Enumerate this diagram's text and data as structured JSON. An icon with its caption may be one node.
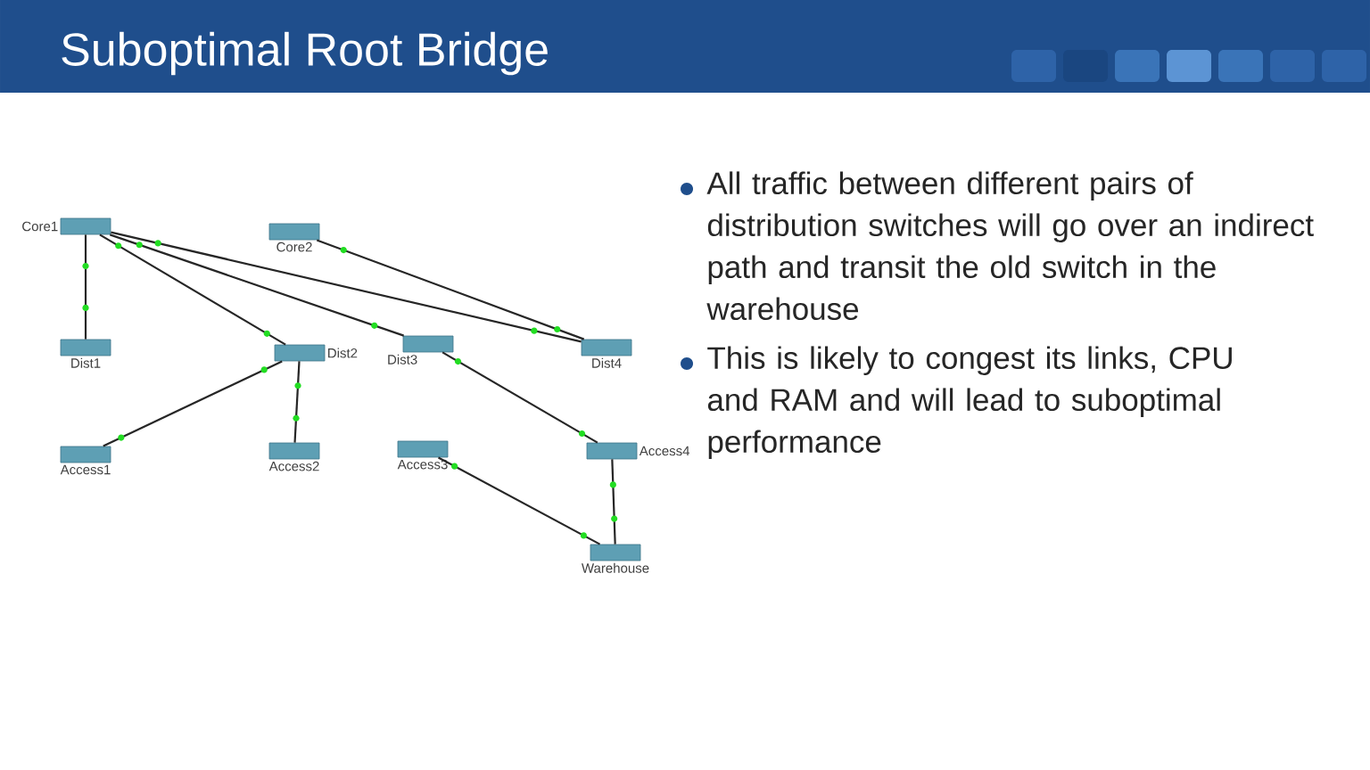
{
  "diagram": {
    "title": "Suboptimal Root Bridge",
    "nodes": [
      {
        "text": [
          "Core1"
        ]
      },
      {
        "text": [
          "Core2"
        ]
      },
      {
        "text": [
          "Dist1"
        ]
      },
      {
        "text": [
          "Dist2"
        ]
      },
      {
        "text": [
          "Dist3"
        ]
      },
      {
        "text": [
          "Dist4"
        ]
      },
      {
        "text": [
          "Access1"
        ]
      },
      {
        "text": [
          "Access2"
        ]
      },
      {
        "text": [
          "Access3"
        ]
      },
      {
        "text": [
          "Access4"
        ]
      },
      {
        "text": [
          "Warehouse"
        ]
      }
    ],
    "edges": [
      {
        "from": 0,
        "to": 2,
        "arrow": "none"
      },
      {
        "from": 0,
        "to": 3,
        "arrow": "none"
      },
      {
        "from": 0,
        "to": 4,
        "arrow": "none"
      },
      {
        "from": 0,
        "to": 5,
        "arrow": "none"
      },
      {
        "from": 1,
        "to": 5,
        "arrow": "none"
      },
      {
        "from": 3,
        "to": 6,
        "arrow": "none"
      },
      {
        "from": 3,
        "to": 7,
        "arrow": "none"
      },
      {
        "from": 4,
        "to": 9,
        "arrow": "none"
      },
      {
        "from": 9,
        "to": 10,
        "arrow": "none"
      },
      {
        "from": 8,
        "to": 10,
        "arrow": "none"
      }
    ],
    "labels": [
      "All traffic between different pairs of distribution switches will go over an indirect path and transit the old switch in the warehouse",
      "This is likely to congest its links, CPU and RAM and will lead to suboptimal performance"
    ]
  }
}
